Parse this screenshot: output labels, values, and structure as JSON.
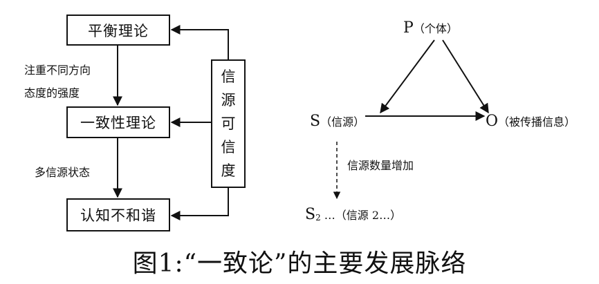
{
  "left_flow": {
    "box_top": "平衡理论",
    "box_middle": "一致性理论",
    "box_bottom": "认知不和谐",
    "label_upper_1": "注重不同方向",
    "label_upper_2": "态度的强度",
    "label_lower": "多信源状态",
    "side_chars": [
      "信",
      "源",
      "可",
      "信",
      "度"
    ]
  },
  "triangle": {
    "p_letter": "P",
    "p_note": "（个体）",
    "s_letter": "S",
    "s_note": "（信源）",
    "o_letter": "O",
    "o_note": "（被传播信息）",
    "down_label": "信源数量增加",
    "s2_letter": "S",
    "s2_sub": "2",
    "s2_note": " …（信源 2…）"
  },
  "caption": "图1:“一致论”的主要发展脉络"
}
